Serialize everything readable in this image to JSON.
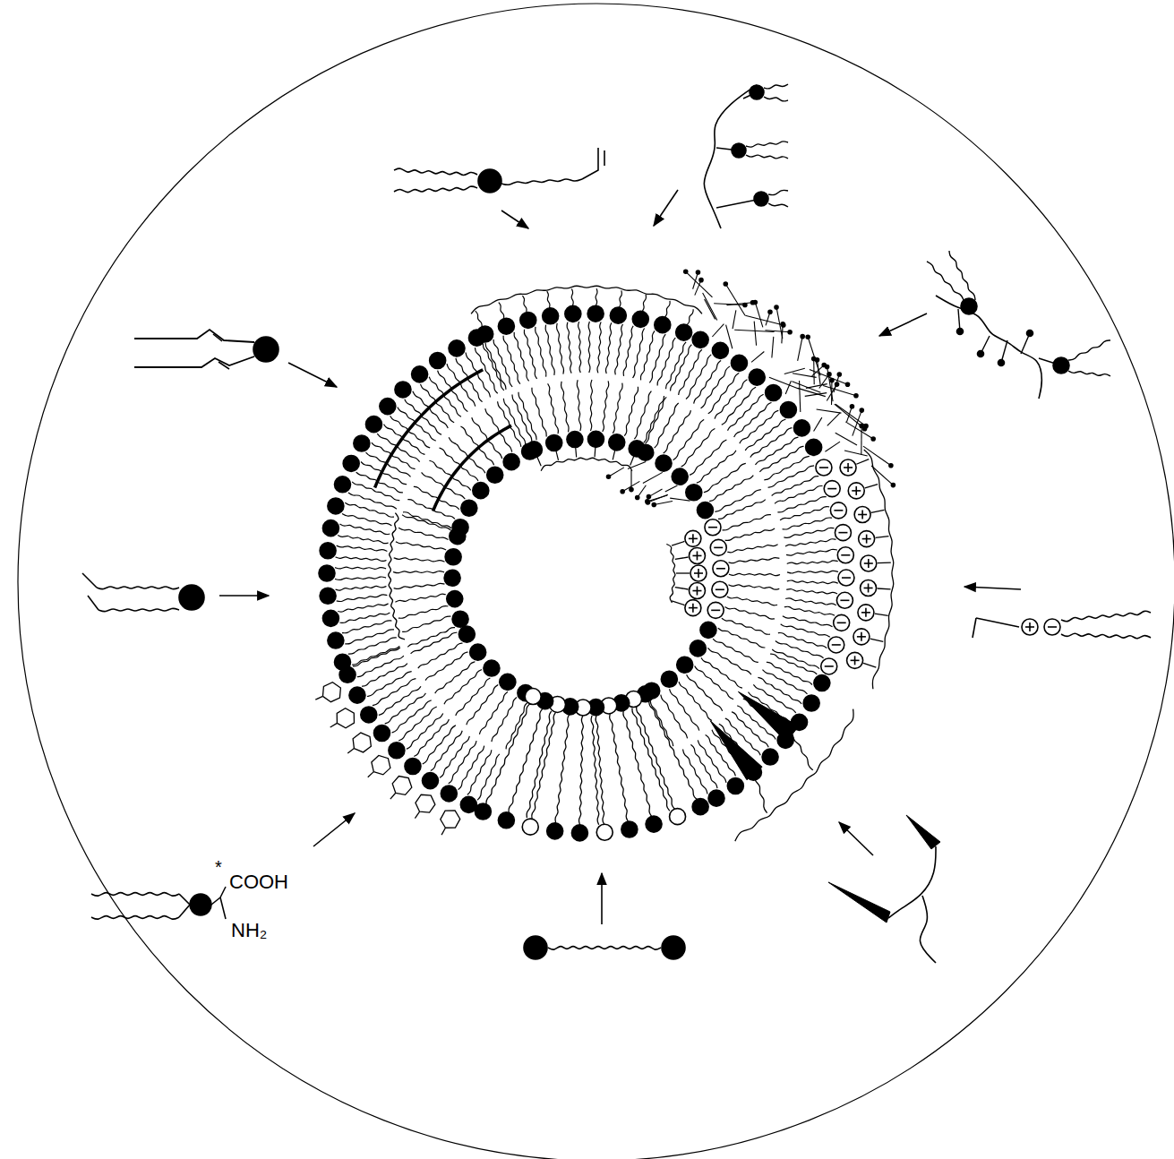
{
  "diagram": {
    "labels": [
      "*",
      "COOH",
      "NH₂"
    ]
  }
}
